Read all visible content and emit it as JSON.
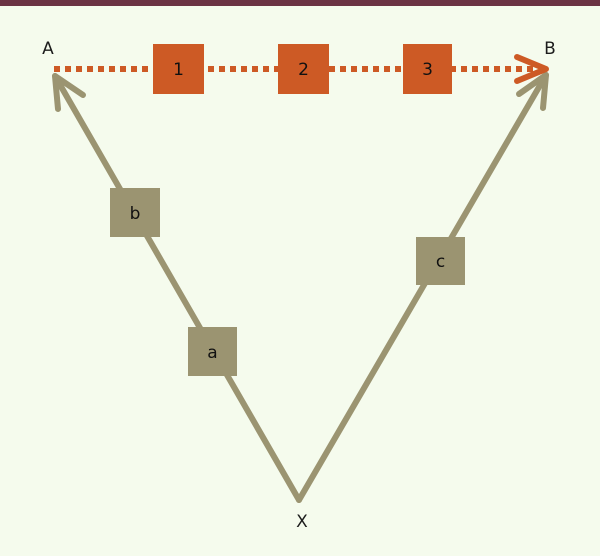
{
  "colors": {
    "background": "#f5fbed",
    "top_bar": "#6b3344",
    "path_olive": "#9b9471",
    "path_orange": "#cd5a25"
  },
  "nodes": {
    "A": "A",
    "B": "B",
    "X": "X"
  },
  "olive_boxes": {
    "a": "a",
    "b": "b",
    "c": "c"
  },
  "orange_boxes": {
    "one": "1",
    "two": "2",
    "three": "3"
  }
}
